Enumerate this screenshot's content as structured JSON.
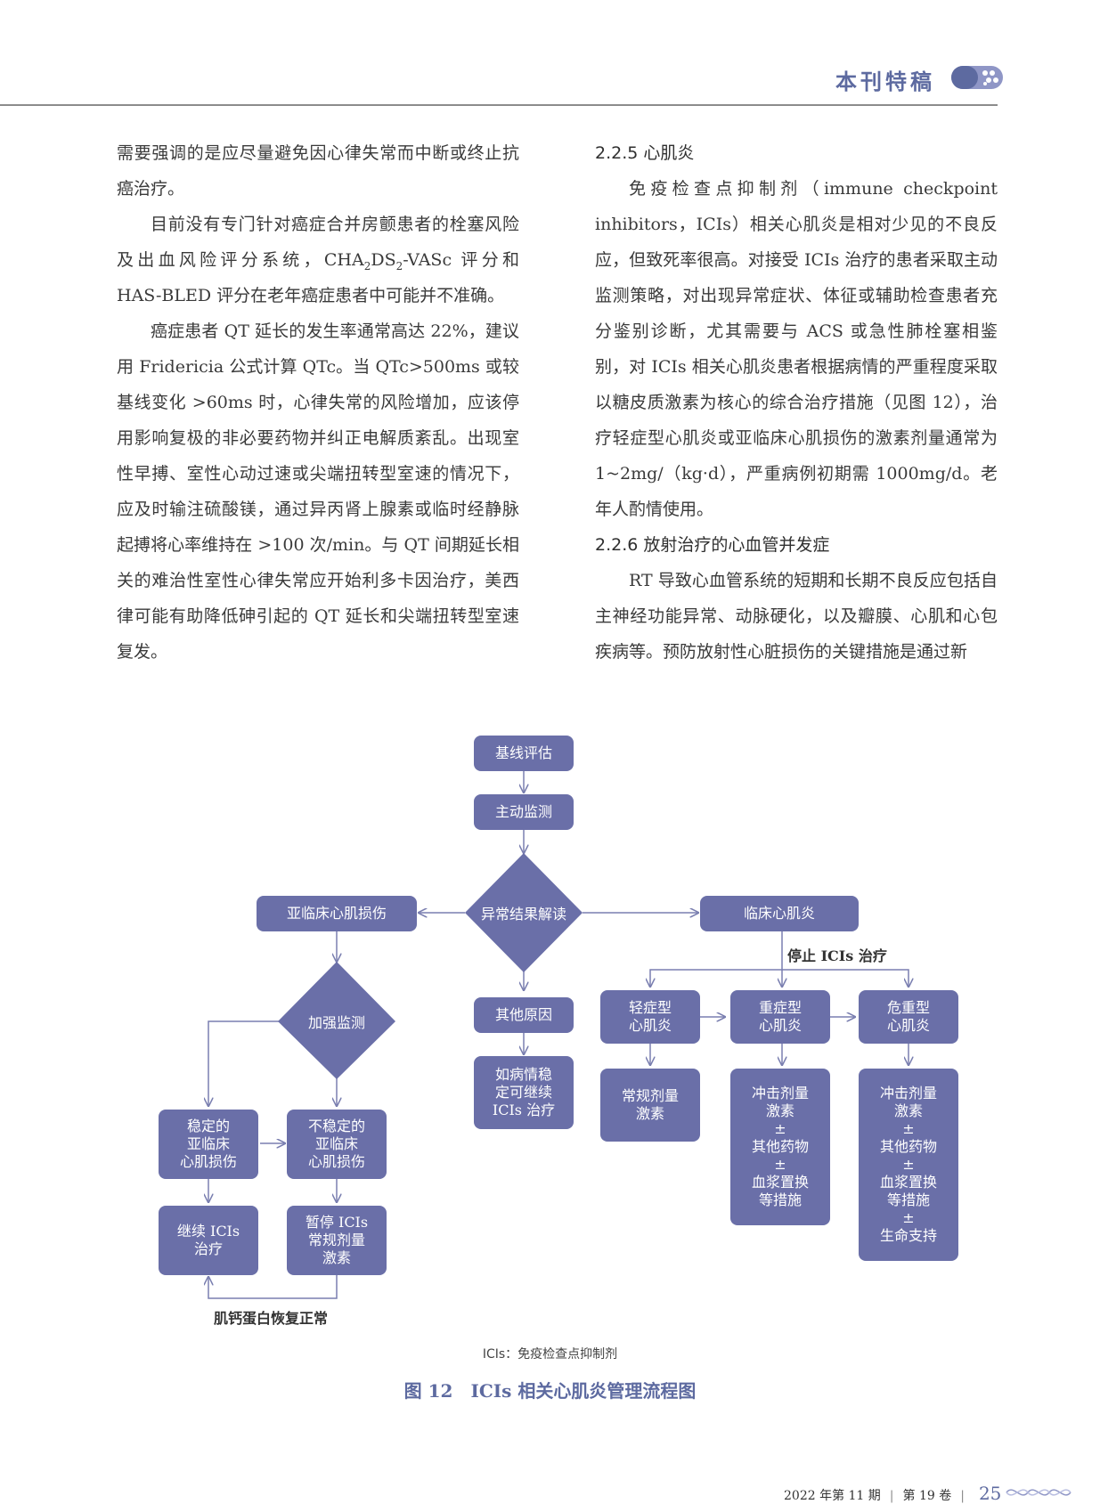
{
  "header": {
    "section_title": "本刊特稿"
  },
  "left_column": {
    "p1": "需要强调的是应尽量避免因心律失常而中断或终止抗癌治疗。",
    "p2_a": "目前没有专门针对癌症合并房颤患者的栓塞风险及出血风险评分系统，CHA",
    "p2_sub1": "2",
    "p2_b": "DS",
    "p2_sub2": "2",
    "p2_c": "-VASc 评分和 HAS-BLED 评分在老年癌症患者中可能并不准确。",
    "p3": "癌症患者 QT 延长的发生率通常高达 22%，建议用 Fridericia 公式计算 QTc。当 QTc>500ms 或较基线变化 >60ms 时，心律失常的风险增加，应该停用影响复极的非必要药物并纠正电解质紊乱。出现室性早搏、室性心动过速或尖端扭转型室速的情况下，应及时输注硫酸镁，通过异丙肾上腺素或临时经静脉起搏将心率维持在 >100 次/min。与 QT 间期延长相关的难治性室性心律失常应开始利多卡因治疗，美西律可能有助降低砷引起的 QT 延长和尖端扭转型室速复发。"
  },
  "right_column": {
    "h1": "2.2.5 心肌炎",
    "p1": "免疫检查点抑制剂（immune checkpoint inhibitors，ICIs）相关心肌炎是相对少见的不良反应，但致死率很高。对接受 ICIs 治疗的患者采取主动监测策略，对出现异常症状、体征或辅助检查患者充分鉴别诊断，尤其需要与 ACS 或急性肺栓塞相鉴别，对 ICIs 相关心肌炎患者根据病情的严重程度采取以糖皮质激素为核心的综合治疗措施（见图 12），治疗轻症型心肌炎或亚临床心肌损伤的激素剂量通常为 1~2mg/（kg·d），严重病例初期需 1000mg/d。老年人酌情使用。",
    "h2": "2.2.6 放射治疗的心血管并发症",
    "p2": "RT 导致心血管系统的短期和长期不良反应包括自主神经功能异常、动脉硬化，以及瓣膜、心肌和心包疾病等。预防放射性心脏损伤的关键措施是通过新"
  },
  "flowchart": {
    "baseline": "基线评估",
    "monitor": "主动监测",
    "interpret": "异常结果解读",
    "subclinical": "亚临床心肌损伤",
    "clinical": "临床心肌炎",
    "stop_ici": "停止 ICIs 治疗",
    "enhanced": "加强监测",
    "other_cause": "其他原因",
    "continue_if_stable": "如病情稳\n定可继续\nICIs 治疗",
    "mild": "轻症型\n心肌炎",
    "severe": "重症型\n心肌炎",
    "critical": "危重型\n心肌炎",
    "mild_tx": "常规剂量\n激素",
    "severe_tx": "冲击剂量\n激素\n±\n其他药物\n±\n血浆置换\n等措施",
    "critical_tx": "冲击剂量\n激素\n±\n其他药物\n±\n血浆置换\n等措施\n±\n生命支持",
    "stable": "稳定的\n亚临床\n心肌损伤",
    "unstable": "不稳定的\n亚临床\n心肌损伤",
    "continue_ici": "继续 ICIs\n治疗",
    "pause_ici": "暂停 ICIs\n常规剂量\n激素",
    "troponin": "肌钙蛋白恢复正常"
  },
  "figure": {
    "note": "ICIs：免疫检查点抑制剂",
    "caption": "图 12　ICIs 相关心肌炎管理流程图"
  },
  "footer": {
    "issue": "2022 年第 11 期",
    "volume": "第 19 卷",
    "page": "25"
  },
  "colors": {
    "node_fill": "#6a6fa8",
    "accent": "#5d6aa0",
    "arrow": "#7a7fb0"
  }
}
